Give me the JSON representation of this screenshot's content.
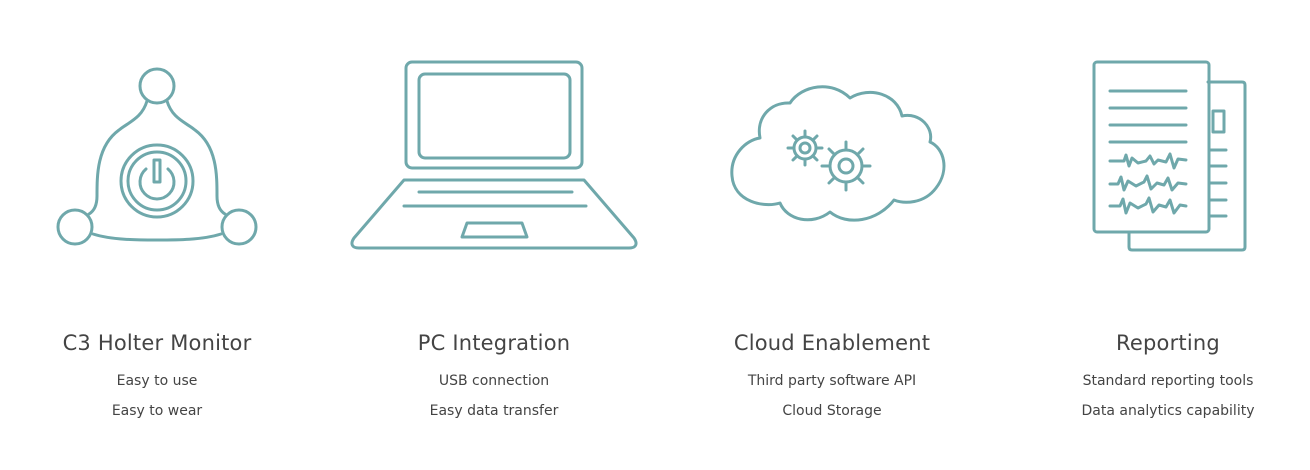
{
  "colors": {
    "icon_stroke": "#6fa8ab",
    "text": "#444444"
  },
  "features": [
    {
      "icon": "holter-monitor-icon",
      "title": "C3 Holter Monitor",
      "lines": [
        "Easy to use",
        "Easy to wear"
      ]
    },
    {
      "icon": "laptop-icon",
      "title": "PC Integration",
      "lines": [
        "USB connection",
        "Easy data transfer"
      ]
    },
    {
      "icon": "cloud-gears-icon",
      "title": "Cloud Enablement",
      "lines": [
        "Third party software API",
        "Cloud Storage"
      ]
    },
    {
      "icon": "report-document-icon",
      "title": "Reporting",
      "lines": [
        "Standard reporting tools",
        "Data analytics capability"
      ]
    }
  ]
}
